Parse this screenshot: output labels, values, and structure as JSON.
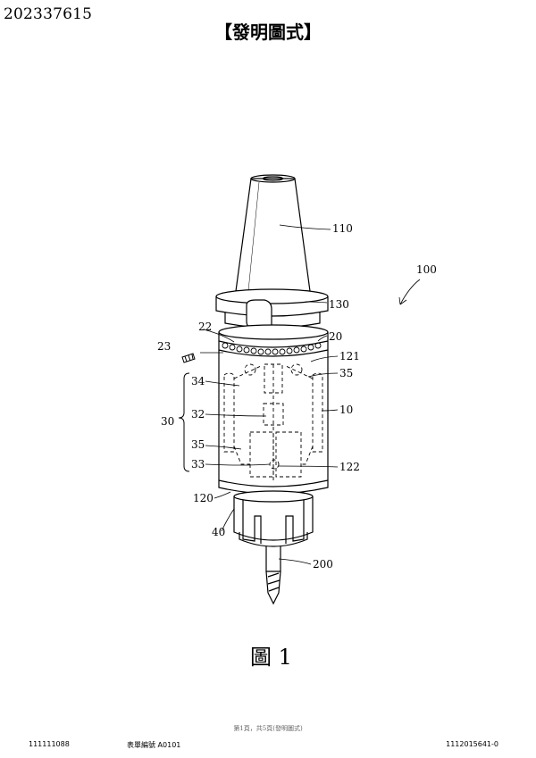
{
  "header": {
    "publication_number": "202337615",
    "section_title": "【發明圖式】"
  },
  "figure": {
    "caption": "圖 1",
    "labels": {
      "l110": "110",
      "l100": "100",
      "l130": "130",
      "l22": "22",
      "l20": "20",
      "l23": "23",
      "l121": "121",
      "l34": "34",
      "l35a": "35",
      "l30": "30",
      "l32": "32",
      "l10": "10",
      "l35b": "35",
      "l33": "33",
      "l122": "122",
      "l120": "120",
      "l40": "40",
      "l200": "200"
    }
  },
  "footer": {
    "page_indicator": "第1頁，共5頁(發明圖式)",
    "left_code": "111111088",
    "form_number": "表單編號 A0101",
    "right_code": "1112015641-0"
  }
}
